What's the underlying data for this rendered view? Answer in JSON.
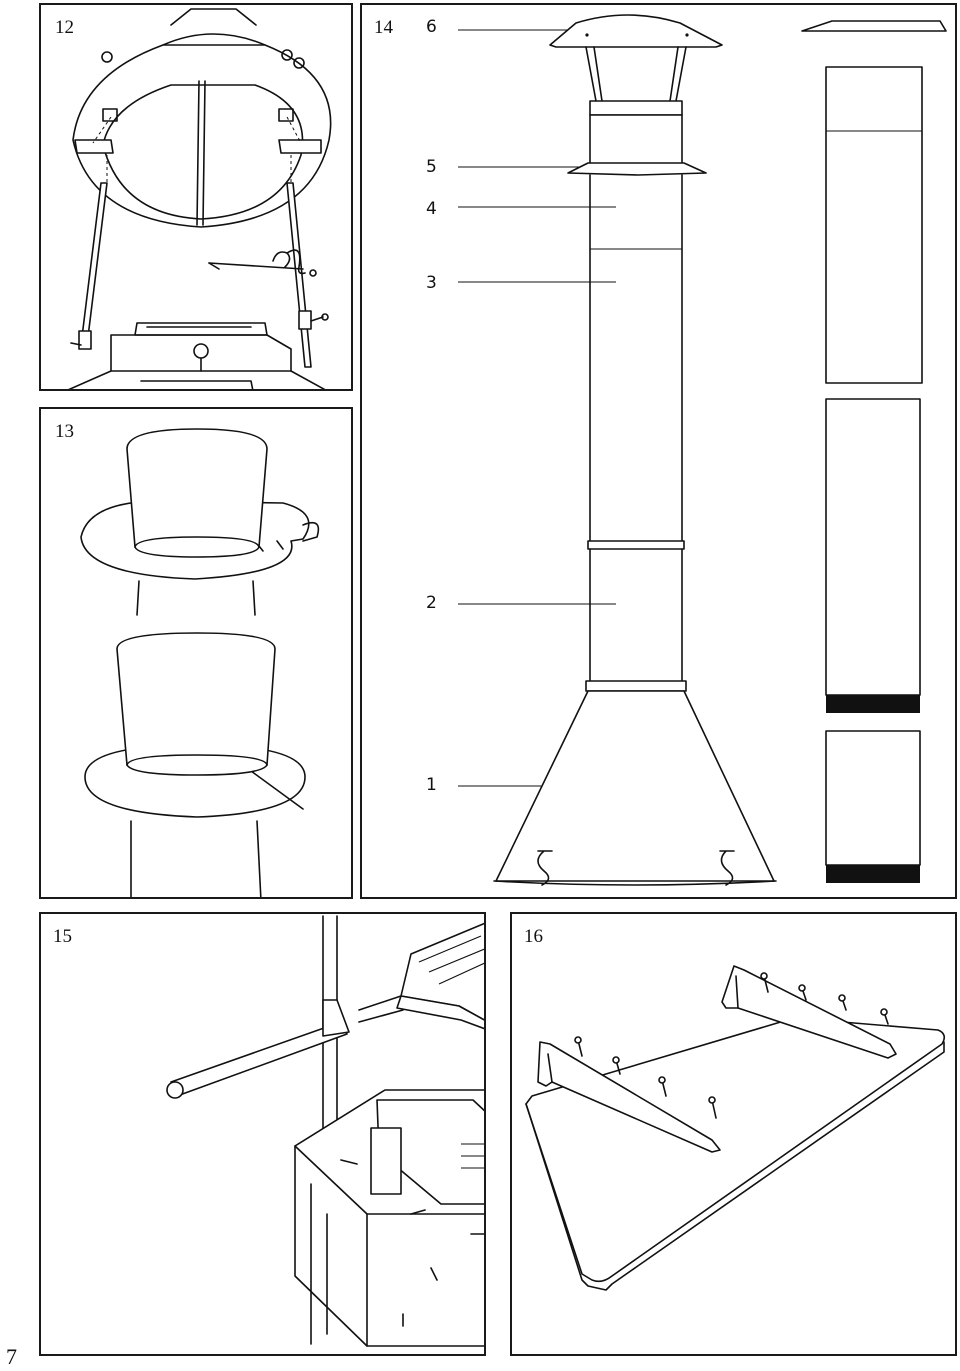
{
  "page": {
    "number": "7"
  },
  "panels": {
    "p12": {
      "label": "12"
    },
    "p13": {
      "label": "13"
    },
    "p14": {
      "label": "14",
      "callouts": [
        "6",
        "5",
        "4",
        "3",
        "2",
        "1"
      ]
    },
    "p15": {
      "label": "15"
    },
    "p16": {
      "label": "16"
    }
  }
}
